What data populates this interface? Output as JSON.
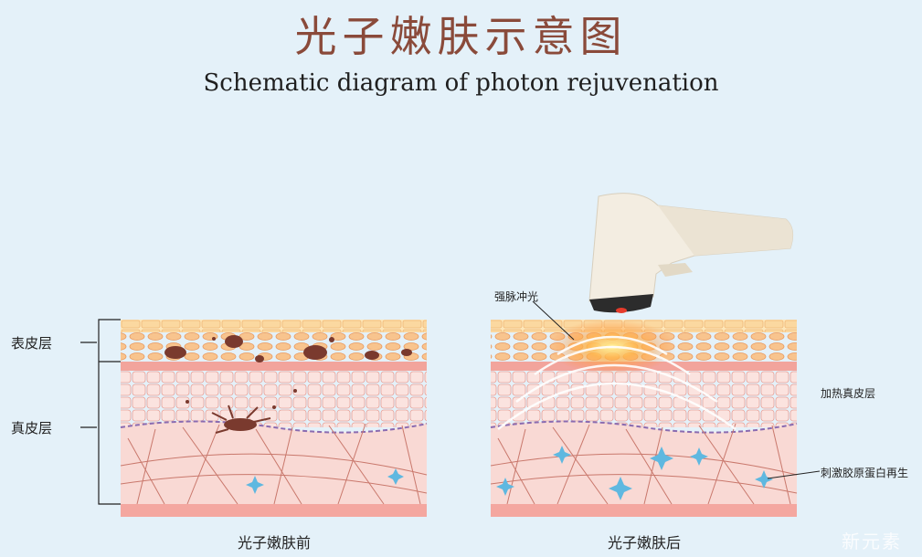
{
  "title": "光子嫩肤示意图",
  "subtitle": "Schematic diagram of photon rejuvenation",
  "labels": {
    "epidermis": "表皮层",
    "dermis": "真皮层",
    "ipl": "强脉冲光",
    "heating": "加热真皮层",
    "collagen": "刺激胶原蛋白再生"
  },
  "captions": {
    "before": "光子嫩肤前",
    "after": "光子嫩肤后"
  },
  "watermark": "新元素"
}
